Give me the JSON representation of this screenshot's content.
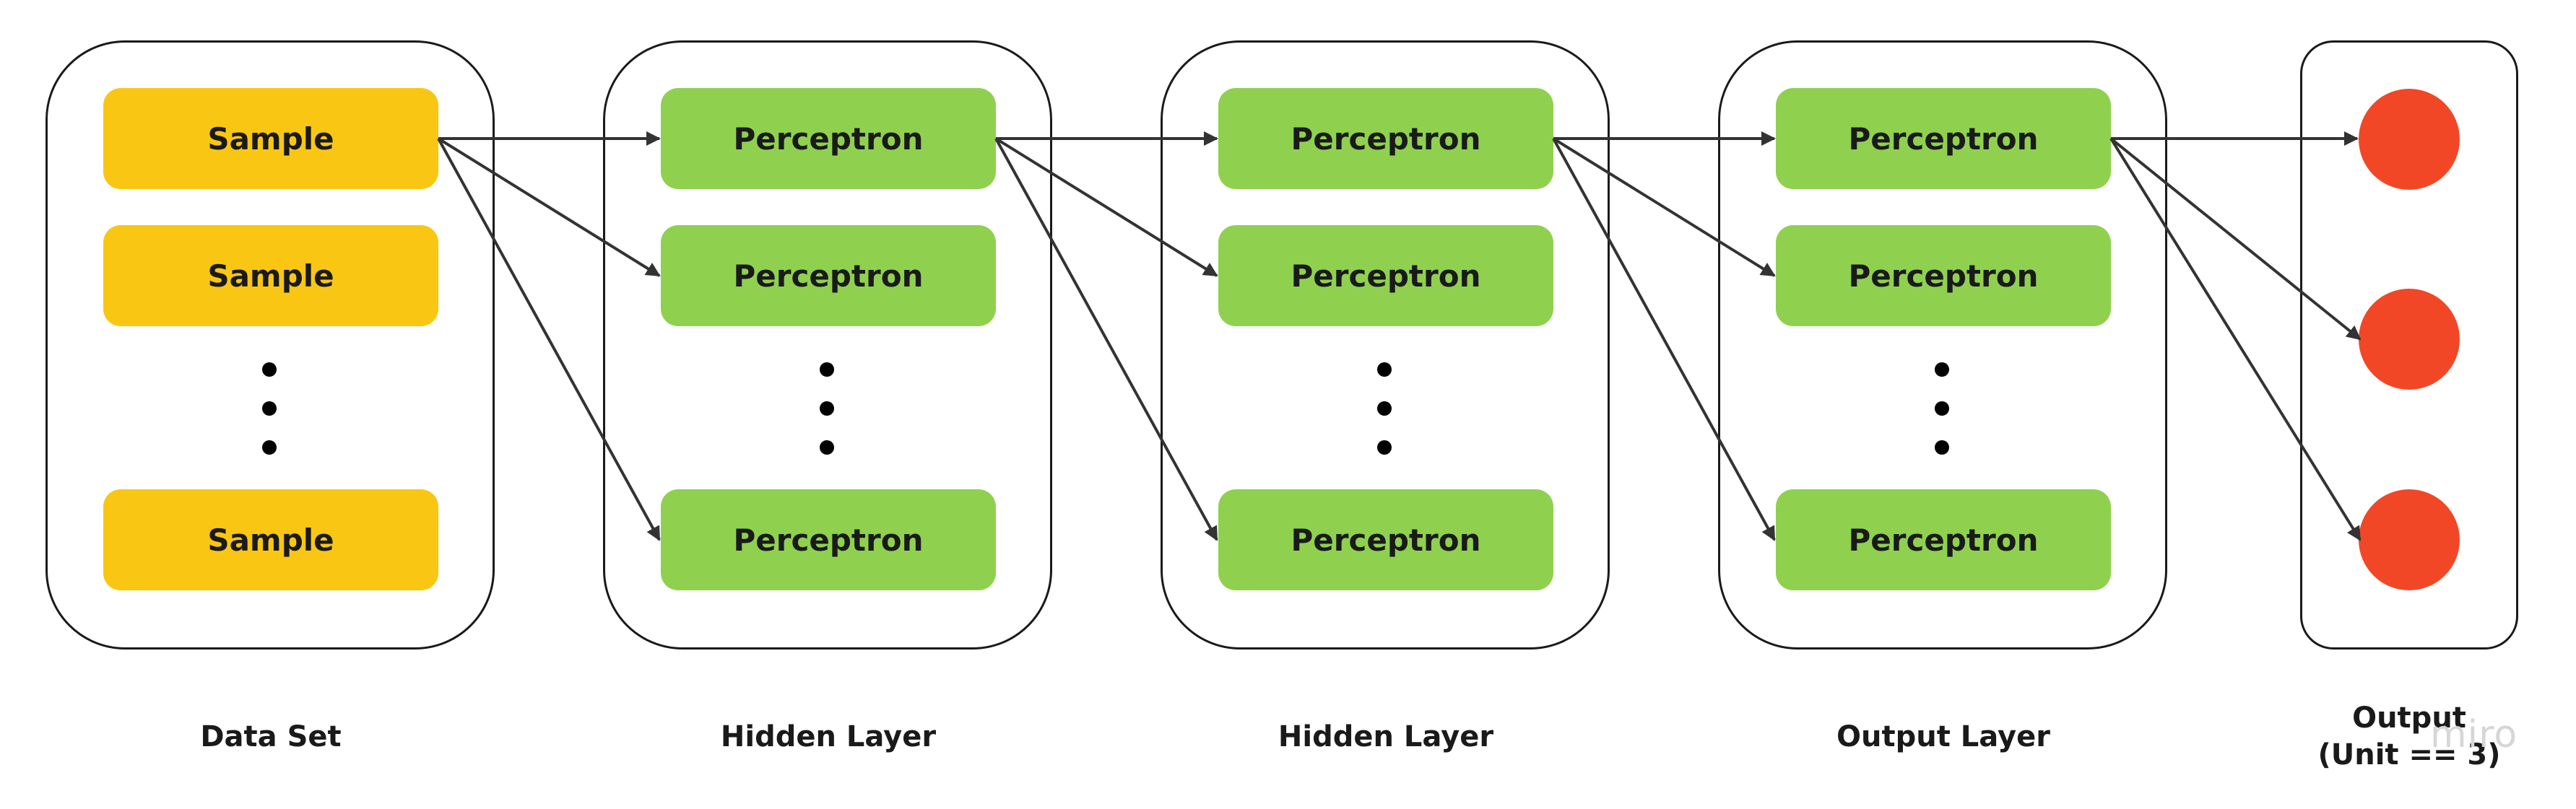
{
  "diagram": {
    "columns": [
      {
        "caption": "Data Set",
        "nodes": [
          "Sample",
          "Sample",
          "Sample"
        ]
      },
      {
        "caption": "Hidden Layer",
        "nodes": [
          "Perceptron",
          "Perceptron",
          "Perceptron"
        ]
      },
      {
        "caption": "Hidden Layer",
        "nodes": [
          "Perceptron",
          "Perceptron",
          "Perceptron"
        ]
      },
      {
        "caption": "Output Layer",
        "nodes": [
          "Perceptron",
          "Perceptron",
          "Perceptron"
        ]
      }
    ],
    "output": {
      "caption_line1": "Output",
      "caption_line2": "(Unit == 3)",
      "unit_count": 3
    }
  },
  "watermark": "miro",
  "colors": {
    "sample": "#f9c713",
    "perceptron": "#8fd14f",
    "output_unit": "#f24726",
    "stroke": "#1a1a1a"
  }
}
